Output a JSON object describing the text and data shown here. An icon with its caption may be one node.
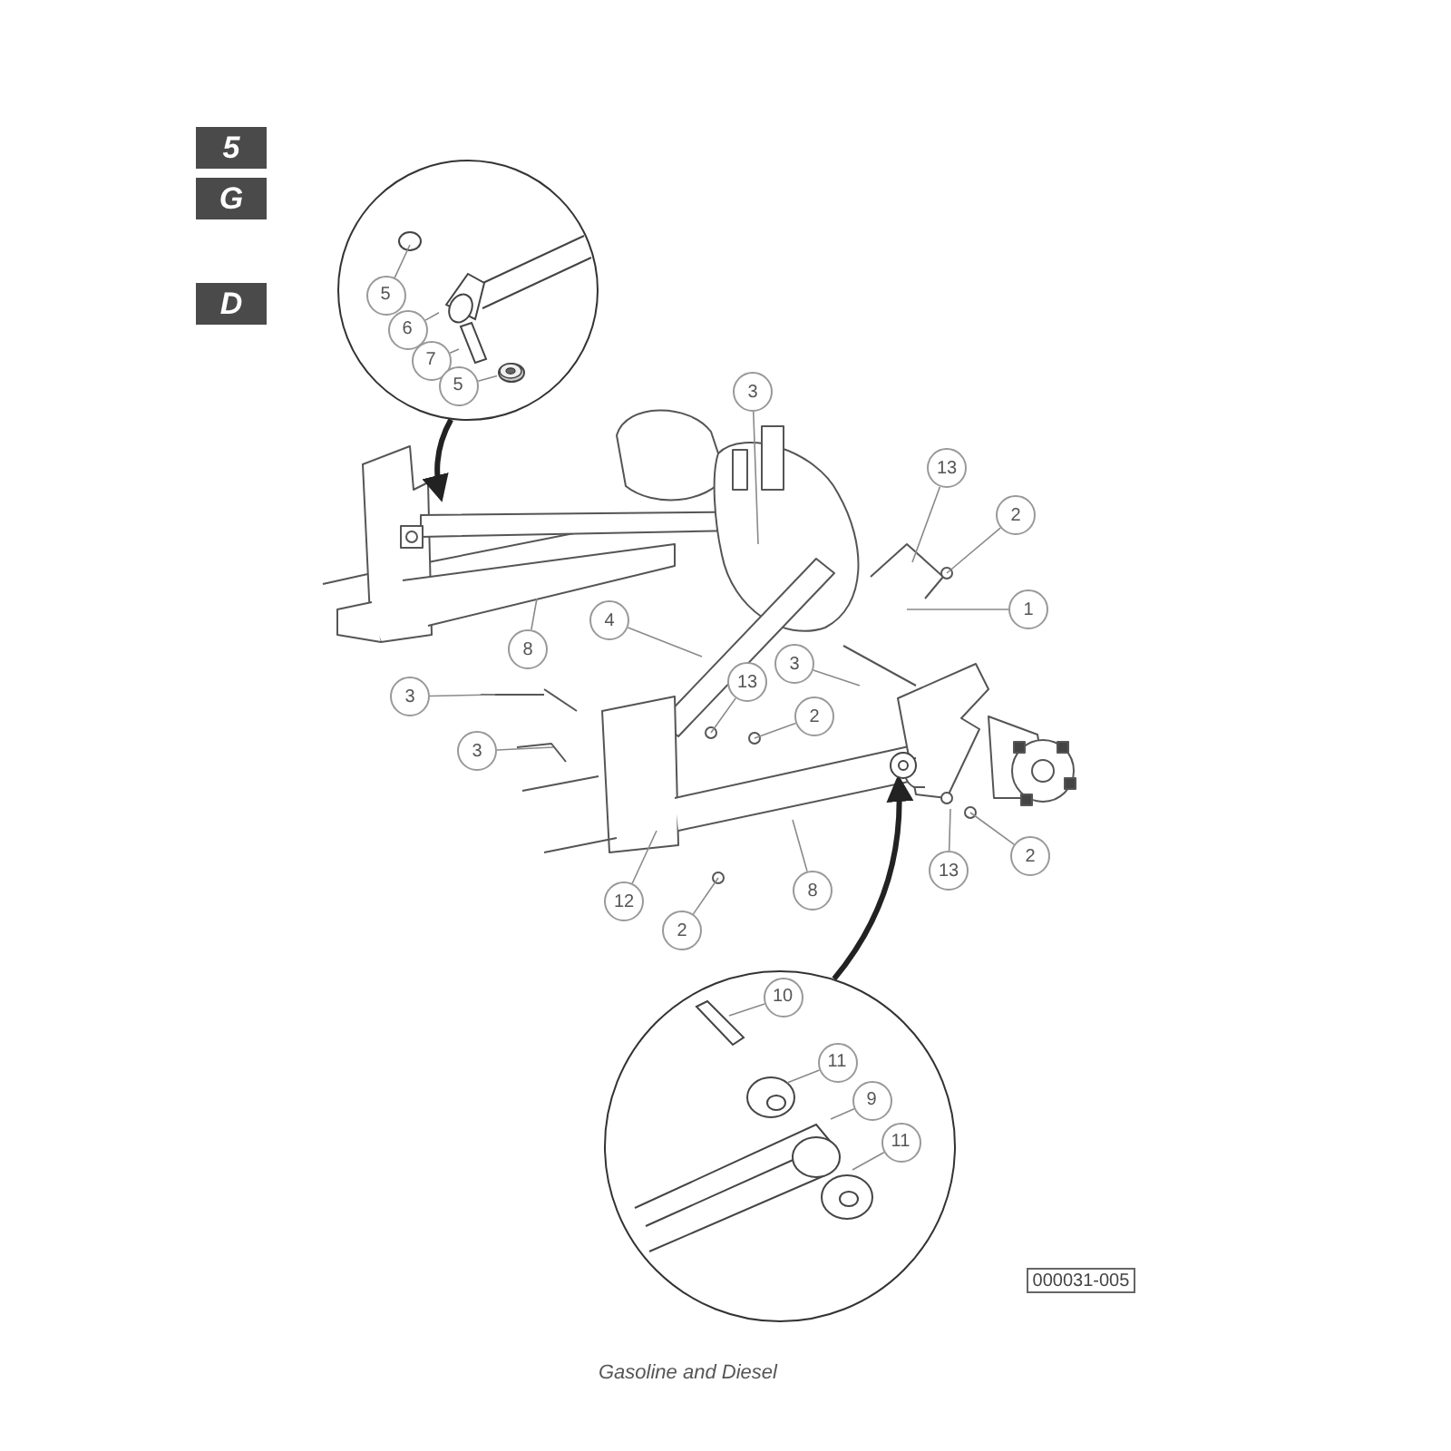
{
  "diagram": {
    "caption": "Gasoline and Diesel",
    "nodes": [
      {
        "text": [
          "5"
        ]
      },
      {
        "text": [
          "G"
        ]
      },
      {
        "text": [
          "D"
        ]
      },
      {
        "text": [],
        "shape": "circle"
      },
      {
        "text": [
          "5"
        ],
        "in": 3
      },
      {
        "text": [
          "6"
        ],
        "in": 3
      },
      {
        "text": [
          "7"
        ],
        "in": 3
      },
      {
        "text": [
          "5"
        ],
        "in": 3
      },
      {
        "text": [
          "3"
        ]
      },
      {
        "text": [
          "13"
        ]
      },
      {
        "text": [
          "2"
        ]
      },
      {
        "text": [
          "4"
        ]
      },
      {
        "text": [
          "1"
        ]
      },
      {
        "text": [
          "8"
        ]
      },
      {
        "text": [
          "13"
        ]
      },
      {
        "text": [
          "3"
        ]
      },
      {
        "text": [
          "3"
        ]
      },
      {
        "text": [
          "2"
        ]
      },
      {
        "text": [
          "3"
        ]
      },
      {
        "text": [
          "13"
        ]
      },
      {
        "text": [
          "2"
        ]
      },
      {
        "text": [
          "8"
        ]
      },
      {
        "text": [
          "12"
        ]
      },
      {
        "text": [
          "2"
        ]
      },
      {
        "text": [],
        "shape": "circle"
      },
      {
        "text": [
          "10"
        ],
        "in": 24
      },
      {
        "text": [
          "11"
        ],
        "in": 24
      },
      {
        "text": [
          "9"
        ],
        "in": 24
      },
      {
        "text": [
          "11"
        ],
        "in": 24
      },
      {
        "text": [
          "000031-005"
        ]
      },
      {
        "text": [],
        "shape": "picture",
        "in": 3
      },
      {
        "text": [],
        "shape": "picture"
      },
      {
        "text": [],
        "shape": "picture",
        "in": 3
      },
      {
        "text": [],
        "shape": "picture",
        "in": 3
      }
    ],
    "edges": [
      {
        "from": 3,
        "to": null,
        "arrow": "to",
        "style": "thick",
        "color": "#222222"
      },
      {
        "from": 24,
        "to": 31,
        "arrow": "to",
        "style": "thick",
        "color": "#222222"
      },
      {
        "from": 4,
        "to": null,
        "arrow": "none"
      },
      {
        "from": 5,
        "to": 30,
        "arrow": "none"
      },
      {
        "from": 6,
        "to": 32,
        "arrow": "none"
      },
      {
        "from": 7,
        "to": 33,
        "arrow": "none"
      },
      {
        "from": 8,
        "to": null,
        "arrow": "none"
      },
      {
        "from": 9,
        "to": null,
        "arrow": "none"
      },
      {
        "from": 10,
        "to": null,
        "arrow": "none"
      },
      {
        "from": 11,
        "to": null,
        "arrow": "none"
      },
      {
        "from": 12,
        "to": null,
        "arrow": "none"
      },
      {
        "from": 13,
        "to": null,
        "arrow": "none"
      },
      {
        "from": 14,
        "to": null,
        "arrow": "none"
      },
      {
        "from": 15,
        "to": null,
        "arrow": "none"
      },
      {
        "from": 16,
        "to": null,
        "arrow": "none"
      },
      {
        "from": 17,
        "to": null,
        "arrow": "none"
      },
      {
        "from": 18,
        "to": null,
        "arrow": "none"
      },
      {
        "from": 19,
        "to": null,
        "arrow": "none"
      },
      {
        "from": 20,
        "to": null,
        "arrow": "none"
      },
      {
        "from": 21,
        "to": null,
        "arrow": "none"
      },
      {
        "from": 22,
        "to": null,
        "arrow": "none"
      },
      {
        "from": 23,
        "to": null,
        "arrow": "none"
      },
      {
        "from": 25,
        "to": null,
        "arrow": "none"
      },
      {
        "from": 26,
        "to": null,
        "arrow": "none"
      },
      {
        "from": 27,
        "to": null,
        "arrow": "none"
      },
      {
        "from": 28,
        "to": null,
        "arrow": "none"
      }
    ]
  }
}
